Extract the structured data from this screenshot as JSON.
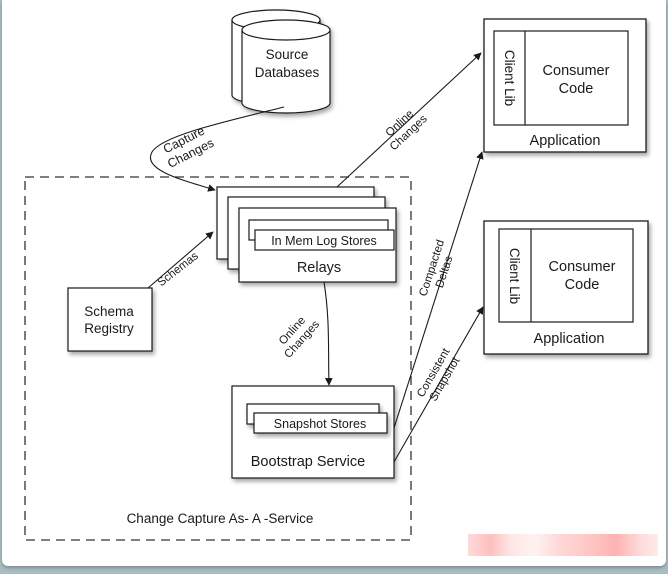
{
  "diagram": {
    "title": "Change Capture As- A -Service",
    "nodes": {
      "source_db": {
        "line1": "Source",
        "line2": "Databases"
      },
      "relays": {
        "label": "Relays",
        "inner": "In Mem Log Stores"
      },
      "schema_registry": {
        "line1": "Schema",
        "line2": "Registry"
      },
      "bootstrap": {
        "label": "Bootstrap Service",
        "inner": "Snapshot Stores"
      },
      "app_top": {
        "label": "Application",
        "client_lib": "Client Lib",
        "consumer_line1": "Consumer",
        "consumer_line2": "Code"
      },
      "app_bottom": {
        "label": "Application",
        "client_lib": "Client Lib",
        "consumer_line1": "Consumer",
        "consumer_line2": "Code"
      }
    },
    "edges": {
      "capture": {
        "line1": "Capture",
        "line2": "Changes"
      },
      "schemas": {
        "label": "Schemas"
      },
      "online_top": {
        "line1": "Online",
        "line2": "Changes"
      },
      "online_mid": {
        "line1": "Online",
        "line2": "Changes"
      },
      "compacted": {
        "line1": "Compacted",
        "line2": "Deltas"
      },
      "consistent": {
        "line1": "Consistent",
        "line2": "Snapshot"
      }
    },
    "colors": {
      "stroke": "#1a1a1a",
      "background": "#ffffff",
      "frame": "#a9bcc2"
    }
  }
}
